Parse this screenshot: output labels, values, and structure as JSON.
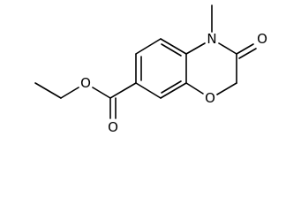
{
  "molecule": {
    "atoms": {
      "n_ring": "N",
      "o_carbonyl_ring": "O",
      "o_ring": "O",
      "o_ester_carbonyl": "O",
      "o_ester_ether": "O"
    }
  }
}
